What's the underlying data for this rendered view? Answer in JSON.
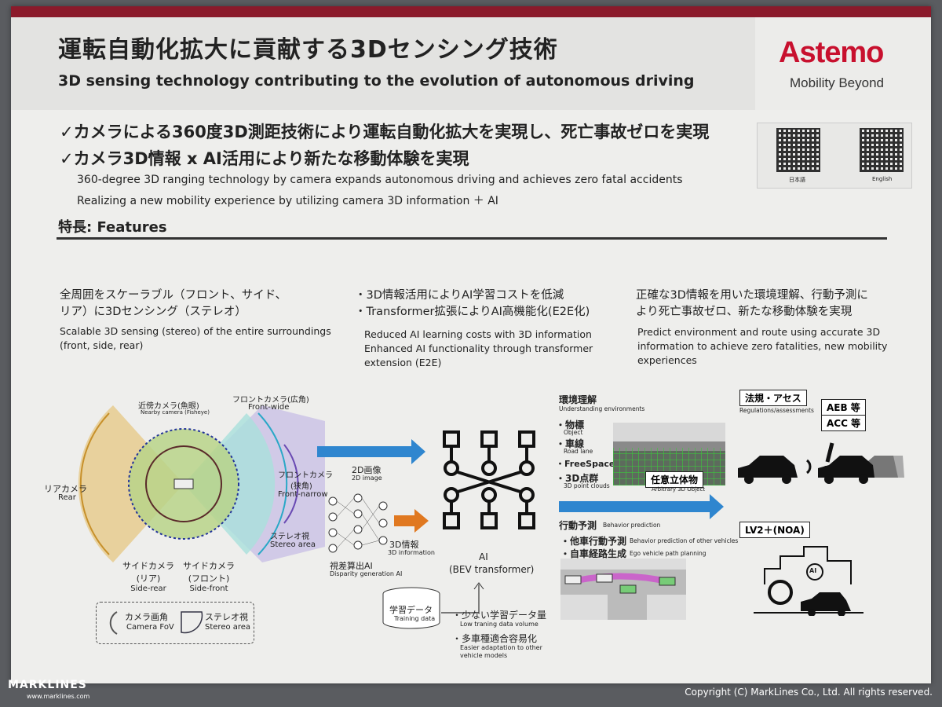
{
  "header": {
    "title_jp": "運転自動化拡大に貢献する3Dセンシング技術",
    "title_en": "3D sensing technology contributing to the evolution of autonomous driving",
    "logo_name": "Astemo",
    "logo_tagline": "Mobility Beyond"
  },
  "headlines": [
    "✓カメラによる360度3D測距技術により運転自動化拡大を実現し、死亡事故ゼロを実現",
    "✓カメラ3D情報 x AI活用により新たな移動体験を実現"
  ],
  "headline_en": [
    "360-degree 3D ranging technology by camera expands autonomous driving and achieves zero fatal accidents",
    "Realizing a new mobility experience by utilizing camera 3D information ＋ AI"
  ],
  "qr": {
    "label_jp": "日本語",
    "label_en": "English"
  },
  "features_title": "特長: Features",
  "columns": [
    {
      "jp": [
        "全周囲をスケーラブル（フロント、サイド、",
        "リア）に3Dセンシング（ステレオ）"
      ],
      "en": [
        "Scalable 3D sensing (stereo) of the entire surroundings",
        "(front, side, rear)"
      ]
    },
    {
      "jp": [
        "・3D情報活用によりAI学習コストを低減",
        "・Transformer拡張によりAI高機能化(E2E化)"
      ],
      "en": [
        "Reduced AI learning costs with 3D information",
        "Enhanced AI functionality through transformer",
        "extension (E2E)"
      ]
    },
    {
      "jp": [
        "正確な3D情報を用いた環境理解、行動予測に",
        "より死亡事故ゼロ、新たな移動体験を実現"
      ],
      "en": [
        "Predict environment and route using accurate 3D",
        "information to achieve zero fatalities, new mobility",
        "experiences"
      ]
    }
  ],
  "sensor_diagram": {
    "nearby_jp": "近傍カメラ(魚眼)",
    "nearby_en": "Nearby camera (Fisheye)",
    "frontwide_jp": "フロントカメラ(広角)",
    "frontwide_en": "Front-wide",
    "frontnarrow_jp1": "フロントカメラ",
    "frontnarrow_jp2": "(狭角)",
    "frontnarrow_en": "Front-narrow",
    "stereo_jp": "ステレオ視",
    "stereo_en": "Stereo area",
    "rear_jp": "リアカメラ",
    "rear_en": "Rear",
    "siderear_jp1": "サイドカメラ",
    "siderear_jp2": "(リア)",
    "siderear_en": "Side-rear",
    "sidefront_jp1": "サイドカメラ",
    "sidefront_jp2": "(フロント)",
    "sidefront_en": "Side-front",
    "legend_fov_jp": "カメラ画角",
    "legend_fov_en": "Camera FoV",
    "legend_stereo_jp": "ステレオ視",
    "legend_stereo_en": "Stereo area"
  },
  "ai_diagram": {
    "image2d_jp": "2D画像",
    "image2d_en": "2D image",
    "info3d_jp": "3D情報",
    "info3d_en": "3D information",
    "disparity_jp": "視差算出AI",
    "disparity_en": "Disparity generation AI",
    "ai_label": "AI",
    "ai_sub": "(BEV transformer)",
    "training_jp": "学習データ",
    "training_en": "Training data",
    "benefit1_jp": "・少ない学習データ量",
    "benefit1_en": "Low traning data volume",
    "benefit2_jp": "・多車種適合容易化",
    "benefit2_en1": "Easier adaptation to other",
    "benefit2_en2": "vehicle models"
  },
  "env_diagram": {
    "env_jp": "環境理解",
    "env_en": "Understanding environments",
    "obj_jp": "・物標",
    "obj_en": "Object",
    "lane_jp": "・車線",
    "lane_en": "Road lane",
    "free": "・FreeSpace",
    "pc_jp": "・3D点群",
    "pc_en": "3D point clouds",
    "arb_jp": "任意立体物",
    "arb_en": "Arbitrary 3D Object",
    "beh_jp": "行動予測",
    "beh_en": "Behavior prediction",
    "other_jp": "・他車行動予測",
    "other_en": "Behavior prediction of other vehicles",
    "ego_jp": "・自車経路生成",
    "ego_en": "Ego vehicle path planning",
    "reg_jp": "法規・アセス",
    "reg_en": "Regulations/assessments",
    "aeb": "AEB 等",
    "acc": "ACC 等",
    "lv2": "LV2＋(NOA)",
    "ai_badge": "AI"
  },
  "footer": {
    "brand": "MARKLINES",
    "url": "www.marklines.com",
    "copyright": "Copyright (C) MarkLines Co., Ltd. All rights reserved."
  },
  "colors": {
    "brand_red": "#c8102e",
    "stripe": "#8b1a2b",
    "arrow_blue": "#2f86cf",
    "arrow_orange": "#e07820"
  }
}
